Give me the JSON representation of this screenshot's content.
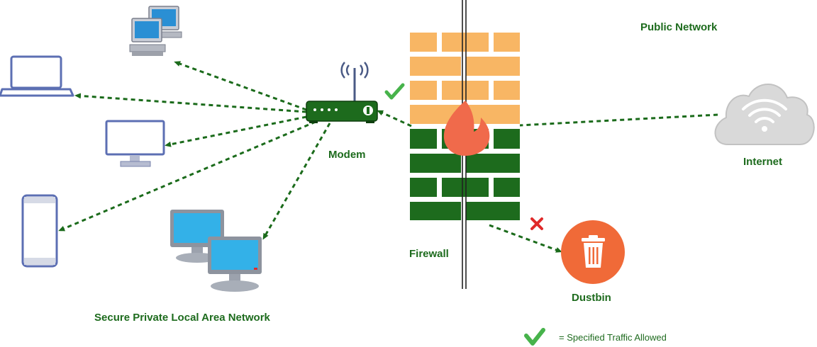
{
  "labels": {
    "public_network": "Public Network",
    "modem": "Modem",
    "internet": "Internet",
    "firewall": "Firewall",
    "dustbin": "Dustbin",
    "lan": "Secure Private Local Area Network"
  },
  "legend": {
    "allowed_text": "= Specified Traffic Allowed"
  },
  "colors": {
    "label_green": "#1d6b1d",
    "link_green": "#1b6b1b",
    "brick_orange": "#f8b664",
    "brick_green": "#1d6b1d",
    "fire": "#f06a4b",
    "check": "#47b34b",
    "cross": "#e02a2a",
    "dustbin": "#f06a38",
    "cloud": "#d9d9d9",
    "screen_blue": "#29a7e1",
    "device_outline": "#5c6fb3"
  },
  "icons": [
    "desktop-pair-icon",
    "laptop-icon",
    "monitor-icon",
    "phone-icon",
    "workstation-pair-icon",
    "modem-icon",
    "firewall-icon",
    "fire-icon",
    "cloud-wifi-icon",
    "dustbin-icon",
    "check-icon",
    "cross-icon"
  ]
}
